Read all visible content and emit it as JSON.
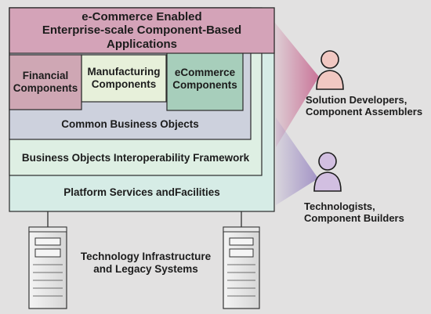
{
  "diagram": {
    "header_title": "e-Commerce Enabled\nEnterprise-scale Component-Based Applications",
    "financial_components": "Financial\nComponents",
    "manufacturing_components": "Manufacturing\nComponents",
    "ecommerce_components": "eCommerce\nComponents",
    "common_business_objects": "Common Business Objects",
    "interoperability_framework": "Business Objects Interoperability Framework",
    "platform_services": "Platform Services andFacilities",
    "infrastructure": "Technology Infrastructure\nand Legacy Systems",
    "solution_developers": "Solution Developers,\nComponent Assemblers",
    "technologists": "Technologists,\nComponent Builders"
  },
  "colors": {
    "background": "#e2e1e1",
    "header": "#d4a3b8",
    "financial": "#cfa7b4",
    "manufacturing": "#e7f0da",
    "ecommerce": "#a7cebb",
    "common_business_objects": "#cdd1dd",
    "interoperability_framework": "#deefe3",
    "platform_services": "#d6ece6",
    "solution_developer_person": "#f1c8c2",
    "technologist_person": "#d2bfe1"
  }
}
